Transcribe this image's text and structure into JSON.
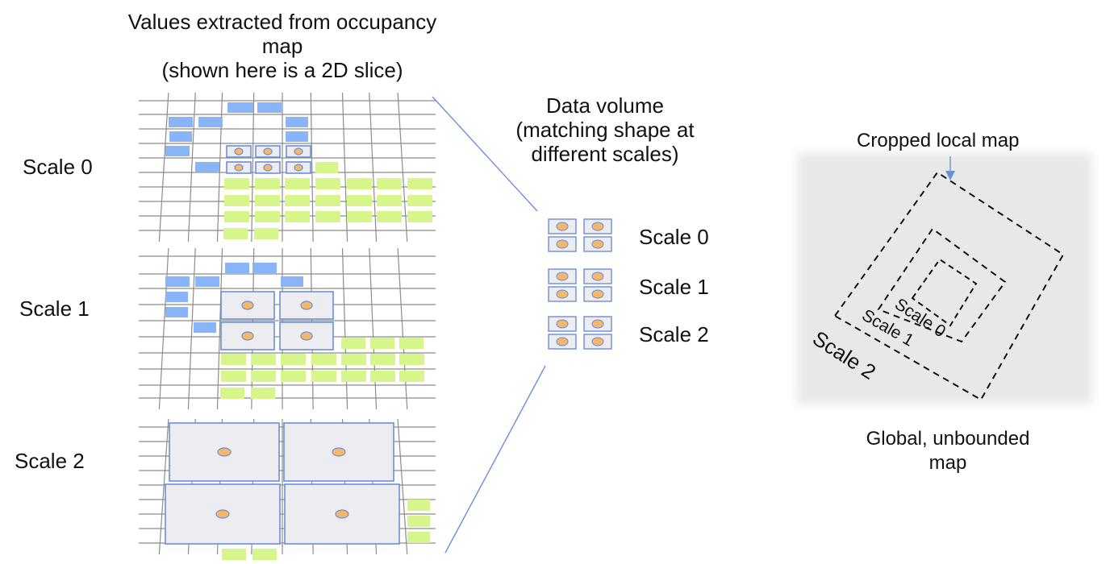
{
  "panel_title_lines": [
    "Values extracted from occupancy",
    "map",
    "(shown here is a 2D slice)"
  ],
  "scale_labels": [
    "Scale 0",
    "Scale 1",
    "Scale 2"
  ],
  "volume_title_lines": [
    "Data volume",
    "(matching shape at",
    "different scales)"
  ],
  "volume_scale_labels": [
    "Scale 0",
    "Scale 1",
    "Scale 2"
  ],
  "map": {
    "cropped_label": "Cropped local map",
    "global_label_lines": [
      "Global, unbounded",
      "map"
    ],
    "scale_labels": [
      "Scale 0",
      "Scale 1",
      "Scale 2"
    ]
  },
  "colors": {
    "occupied_cell": "#8ab4f8",
    "free_cell": "#d6f58a",
    "marker_dot": "#f5b86a",
    "data_cell": "#ececf1",
    "cell_border": "#6b8fd6",
    "map_background": "#e8e8e8",
    "grid_line": "#8c8c8c"
  }
}
